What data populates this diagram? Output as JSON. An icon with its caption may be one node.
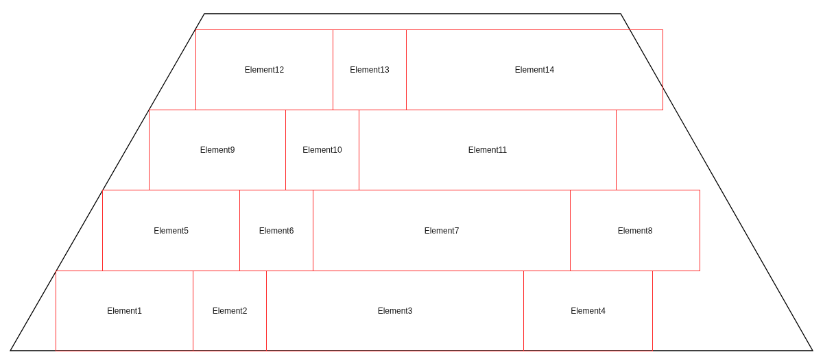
{
  "diagram": {
    "nodes": [
      {
        "text": [
          "Element12"
        ]
      },
      {
        "text": [
          "Element13"
        ]
      },
      {
        "text": [
          "Element14"
        ]
      },
      {
        "text": [
          "Element9"
        ]
      },
      {
        "text": [
          "Element10"
        ]
      },
      {
        "text": [
          "Element11"
        ]
      },
      {
        "text": [
          "Element5"
        ]
      },
      {
        "text": [
          "Element6"
        ]
      },
      {
        "text": [
          "Element7"
        ]
      },
      {
        "text": [
          "Element8"
        ]
      },
      {
        "text": [
          "Element1"
        ]
      },
      {
        "text": [
          "Element2"
        ]
      },
      {
        "text": [
          "Element3"
        ]
      },
      {
        "text": [
          "Element4"
        ]
      }
    ]
  }
}
